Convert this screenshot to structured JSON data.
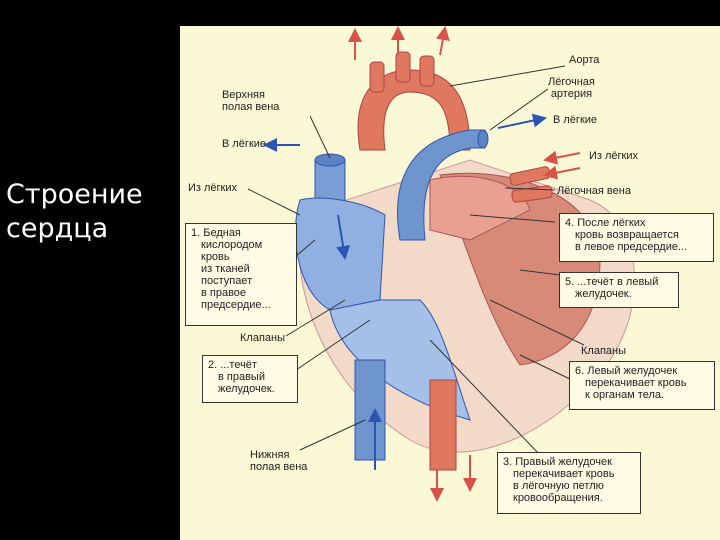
{
  "slide_title": [
    "Строение",
    "сердца"
  ],
  "labels": {
    "aorta": "Аорта",
    "pulmonary_artery": [
      "Лёгочная",
      "артерия"
    ],
    "superior_vena_cava": [
      "Верхняя",
      "полая вена"
    ],
    "to_lungs_left": "В лёгкие",
    "to_lungs_right": "В лёгкие",
    "from_lungs_right": "Из лёгких",
    "from_lungs_left": "Из лёгких",
    "pulmonary_vein": "Лёгочная вена",
    "valves_left": "Клапаны",
    "valves_right": "Клапаны",
    "inferior_vena_cava": [
      "Нижняя",
      "полая вена"
    ]
  },
  "steps": [
    {
      "lines": [
        "1. Бедная",
        "кислородом",
        "кровь",
        "из тканей",
        "поступает",
        "в правое",
        "предсердие..."
      ]
    },
    {
      "lines": [
        "2. ...течёт",
        "в правый",
        "желудочек."
      ]
    },
    {
      "lines": [
        "3. Правый желудочек",
        "перекачивает кровь",
        "в лёгочную петлю",
        "кровообращения."
      ]
    },
    {
      "lines": [
        "4. После лёгких",
        "кровь возвращается",
        "в левое предсердие..."
      ]
    },
    {
      "lines": [
        "5. ...течёт в левый",
        "желудочек."
      ]
    },
    {
      "lines": [
        "6. Левый желудочек",
        "перекачивает кровь",
        "к органам тела."
      ]
    }
  ],
  "colors": {
    "blood_blue": "#6f95cf",
    "blood_red": "#e07860",
    "muscle": "#d78a78",
    "panel": "#fbf8d6"
  }
}
